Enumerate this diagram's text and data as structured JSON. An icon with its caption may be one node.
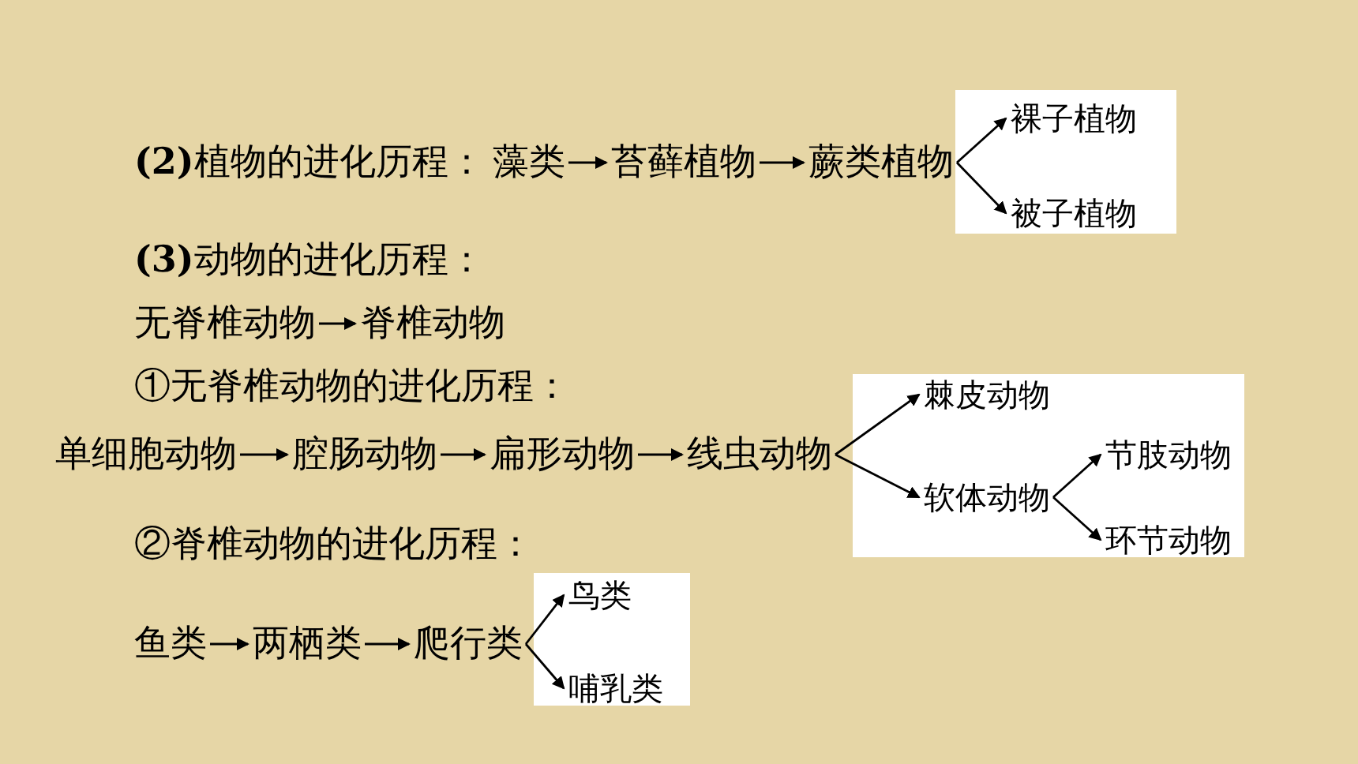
{
  "diagram": {
    "nodes": [
      {
        "text": [
          "藻类"
        ]
      },
      {
        "text": [
          "苔藓植物"
        ]
      },
      {
        "text": [
          "蕨类植物"
        ]
      },
      {
        "text": [
          "裸子植物"
        ]
      },
      {
        "text": [
          "被子植物"
        ]
      },
      {
        "text": [
          "无脊椎动物"
        ]
      },
      {
        "text": [
          "脊椎动物"
        ]
      },
      {
        "text": [
          "单细胞动物"
        ]
      },
      {
        "text": [
          "腔肠动物"
        ]
      },
      {
        "text": [
          "扁形动物"
        ]
      },
      {
        "text": [
          "线虫动物"
        ]
      },
      {
        "text": [
          "棘皮动物"
        ]
      },
      {
        "text": [
          "软体动物"
        ]
      },
      {
        "text": [
          "节肢动物"
        ]
      },
      {
        "text": [
          "环节动物"
        ]
      },
      {
        "text": [
          "鱼类"
        ]
      },
      {
        "text": [
          "两栖类"
        ]
      },
      {
        "text": [
          "爬行类"
        ]
      },
      {
        "text": [
          "鸟类"
        ]
      },
      {
        "text": [
          "哺乳类"
        ]
      }
    ],
    "edges": [
      {
        "from": 0,
        "to": 1,
        "arrow": "to"
      },
      {
        "from": 1,
        "to": 2,
        "arrow": "to"
      },
      {
        "from": 2,
        "to": 3,
        "arrow": "to"
      },
      {
        "from": 2,
        "to": 4,
        "arrow": "to"
      },
      {
        "from": 5,
        "to": 6,
        "arrow": "to"
      },
      {
        "from": 7,
        "to": 8,
        "arrow": "to"
      },
      {
        "from": 8,
        "to": 9,
        "arrow": "to"
      },
      {
        "from": 9,
        "to": 10,
        "arrow": "to"
      },
      {
        "from": 10,
        "to": 11,
        "arrow": "to"
      },
      {
        "from": 10,
        "to": 12,
        "arrow": "to"
      },
      {
        "from": 12,
        "to": 13,
        "arrow": "to"
      },
      {
        "from": 12,
        "to": 14,
        "arrow": "to"
      },
      {
        "from": 15,
        "to": 16,
        "arrow": "to"
      },
      {
        "from": 16,
        "to": 17,
        "arrow": "to"
      },
      {
        "from": 17,
        "to": 18,
        "arrow": "to"
      },
      {
        "from": 17,
        "to": 19,
        "arrow": "to"
      }
    ],
    "labels": [
      "**(2)**植物的进化历程：",
      "**(3)**动物的进化历程：",
      "①无脊椎动物的进化历程：",
      "②脊椎动物的进化历程："
    ]
  }
}
